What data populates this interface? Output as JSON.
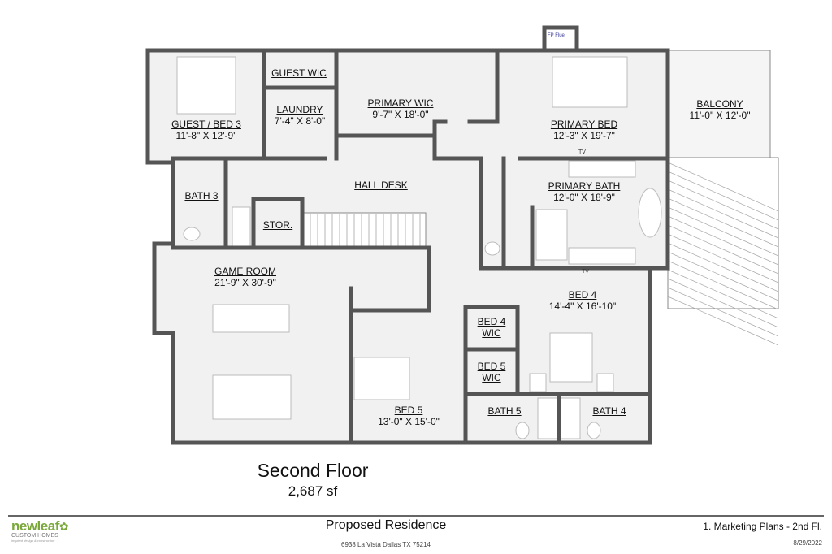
{
  "plan": {
    "title": "Second Floor",
    "area": "2,687 sf",
    "flue_label": "FP Flue",
    "tv_label": "TV",
    "rooms": [
      {
        "name": "GUEST / BED 3",
        "size": "11'-8\" X 12'-9\""
      },
      {
        "name": "GUEST WIC",
        "size": ""
      },
      {
        "name": "LAUNDRY",
        "size": "7'-4\" X 8'-0\""
      },
      {
        "name": "PRIMARY WIC",
        "size": "9'-7\" X 18'-0\""
      },
      {
        "name": "PRIMARY BED",
        "size": "12'-3\" X 19'-7\""
      },
      {
        "name": "BALCONY",
        "size": "11'-0\" X 12'-0\""
      },
      {
        "name": "BATH 3",
        "size": ""
      },
      {
        "name": "HALL DESK",
        "size": ""
      },
      {
        "name": "STOR.",
        "size": ""
      },
      {
        "name": "PRIMARY BATH",
        "size": "12'-0\" X 18'-9\""
      },
      {
        "name": "GAME ROOM",
        "size": "21'-9\" X 30'-9\""
      },
      {
        "name": "BED 4",
        "size": "14'-4\" X 16'-10\""
      },
      {
        "name": "BED 4 WIC",
        "size": ""
      },
      {
        "name": "BED 5 WIC",
        "size": ""
      },
      {
        "name": "BED 5",
        "size": "13'-0\" X 15'-0\""
      },
      {
        "name": "BATH 5",
        "size": ""
      },
      {
        "name": "BATH 4",
        "size": ""
      }
    ],
    "colors": {
      "wall": "#555555",
      "floor": "#f1f1f1",
      "fixture": "#ffffff"
    }
  },
  "titleblock": {
    "logo_name": "newleaf",
    "logo_sub": "CUSTOM HOMES",
    "logo_tag": "inspired design & construction",
    "project": "Proposed Residence",
    "address": "6938 La Vista Dallas TX 75214",
    "sheet": "1. Marketing Plans - 2nd Fl.",
    "date": "8/29/2022"
  }
}
